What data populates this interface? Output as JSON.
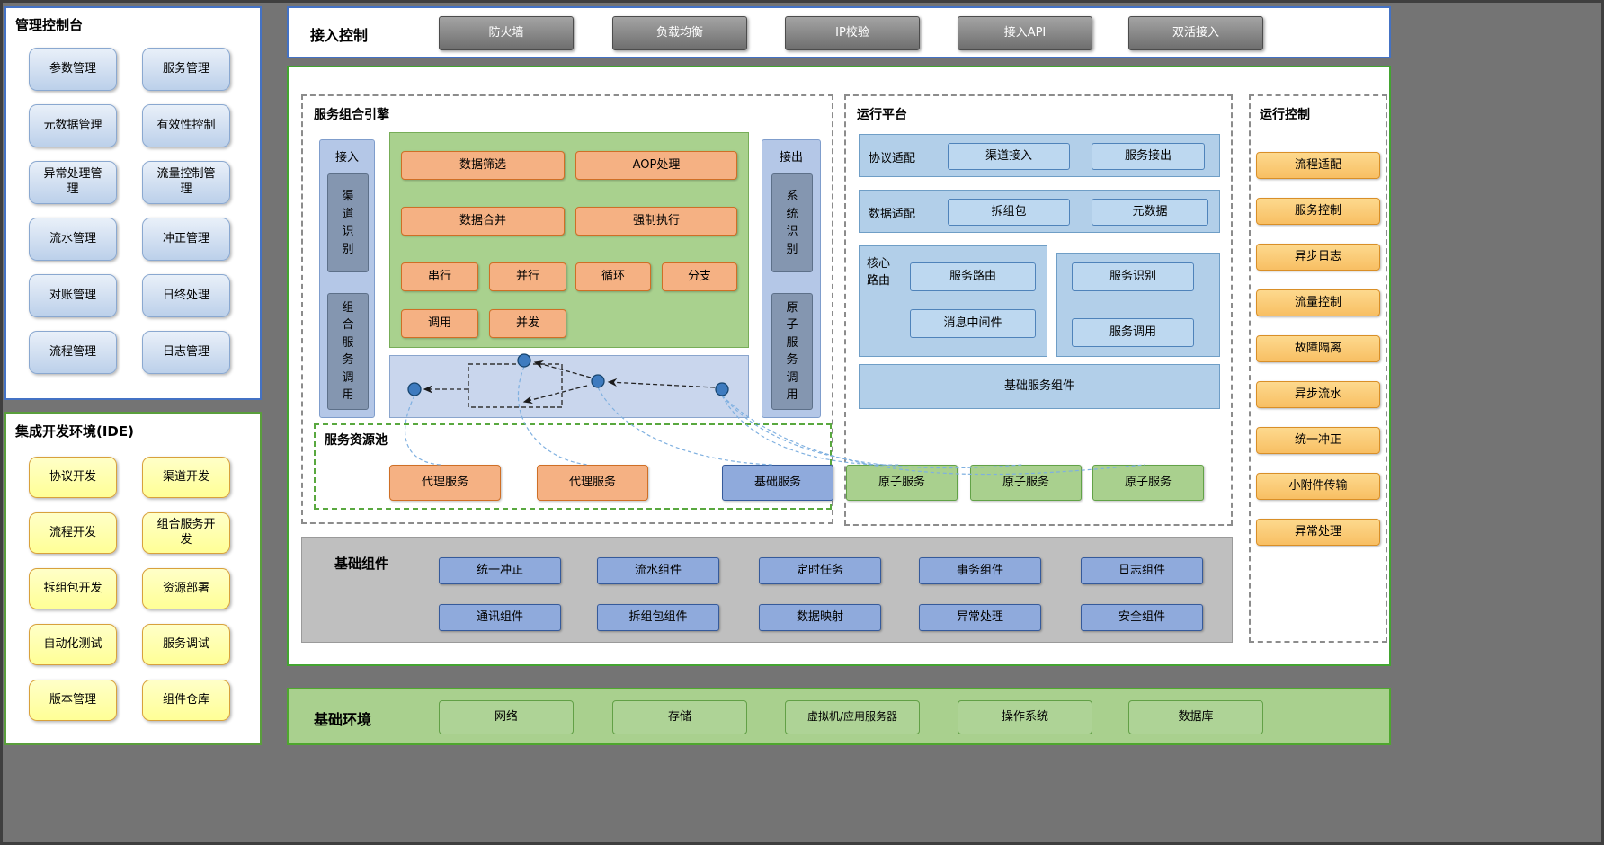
{
  "management_console": {
    "title": "管理控制台",
    "items": [
      "参数管理",
      "服务管理",
      "元数据管理",
      "有效性控制",
      "异常处理管理",
      "流量控制管理",
      "流水管理",
      "冲正管理",
      "对账管理",
      "日终处理",
      "流程管理",
      "日志管理"
    ]
  },
  "ide": {
    "title": "集成开发环境(IDE)",
    "items": [
      "协议开发",
      "渠道开发",
      "流程开发",
      "组合服务开发",
      "拆组包开发",
      "资源部署",
      "自动化测试",
      "服务调试",
      "版本管理",
      "组件仓库"
    ]
  },
  "access_control": {
    "title": "接入控制",
    "buttons": [
      "防火墙",
      "负载均衡",
      "IP校验",
      "接入API",
      "双活接入"
    ]
  },
  "engine": {
    "title": "服务组合引擎",
    "in_label": "接入",
    "in_boxes": [
      "渠道识别",
      "组合服务调用"
    ],
    "out_label": "接出",
    "out_boxes": [
      "系统识别",
      "原子服务调用"
    ],
    "ops_large": [
      "数据筛选",
      "AOP处理",
      "数据合并",
      "强制执行"
    ],
    "ops_small": [
      "串行",
      "并行",
      "循环",
      "分支",
      "调用",
      "并发"
    ]
  },
  "resource_pool": {
    "title": "服务资源池",
    "proxies": [
      "代理服务",
      "代理服务"
    ],
    "base_service": "基础服务",
    "atomic_services": [
      "原子服务",
      "原子服务",
      "原子服务"
    ]
  },
  "runtime_platform": {
    "title": "运行平台",
    "rows": [
      {
        "label": "协议适配",
        "buttons": [
          "渠道接入",
          "服务接出"
        ]
      },
      {
        "label": "数据适配",
        "buttons": [
          "拆组包",
          "元数据"
        ]
      }
    ],
    "core_routing": {
      "label": "核心路由",
      "buttons": [
        "服务路由",
        "消息中间件"
      ]
    },
    "service_group": {
      "buttons": [
        "服务识别",
        "服务调用"
      ]
    },
    "base_bar": "基础服务组件"
  },
  "base_components": {
    "title": "基础组件",
    "buttons": [
      "统一冲正",
      "流水组件",
      "定时任务",
      "事务组件",
      "日志组件",
      "通讯组件",
      "拆组包组件",
      "数据映射",
      "异常处理",
      "安全组件"
    ]
  },
  "runtime_control": {
    "title": "运行控制",
    "items": [
      "流程适配",
      "服务控制",
      "异步日志",
      "流量控制",
      "故障隔离",
      "异步流水",
      "统一冲正",
      "小附件传输",
      "异常处理"
    ]
  },
  "base_environment": {
    "title": "基础环境",
    "items": [
      "网络",
      "存储",
      "虚拟机/应用服务器",
      "操作系统",
      "数据库"
    ]
  },
  "colors": {
    "panel_blue_border": "#4472c4",
    "panel_green_border": "#43a431",
    "item_blue": "#bcd0ea",
    "item_yellow": "#ffff96",
    "button_gray": "#808080",
    "box_orange": "#f5b183",
    "ops_green": "#a9d18e",
    "column_blue": "#b4c7e7",
    "atomic_green": "#a9d08e",
    "component_blue": "#8faadc",
    "control_orange": "#f8bf63",
    "environment_green": "#a9d08e"
  }
}
